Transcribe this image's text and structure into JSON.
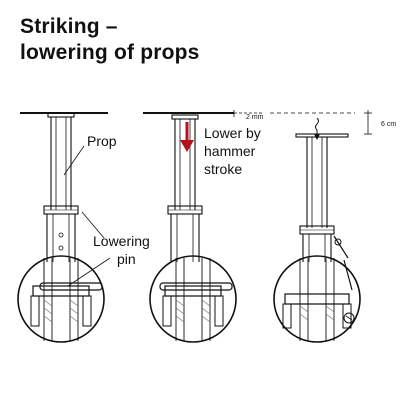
{
  "title": {
    "line1": "Striking –",
    "line2": "lowering of props"
  },
  "labels": {
    "prop": "Prop",
    "lowering_line1": "Lowering",
    "lowering_line2": "pin",
    "lower_line1": "Lower by",
    "lower_line2": "hammer",
    "lower_line3": "stroke",
    "gap_small": "2 mm",
    "gap_large": "6 cm"
  },
  "colors": {
    "line": "#111111",
    "arrow": "#b5121b",
    "hatch": "#6b6b6b"
  }
}
